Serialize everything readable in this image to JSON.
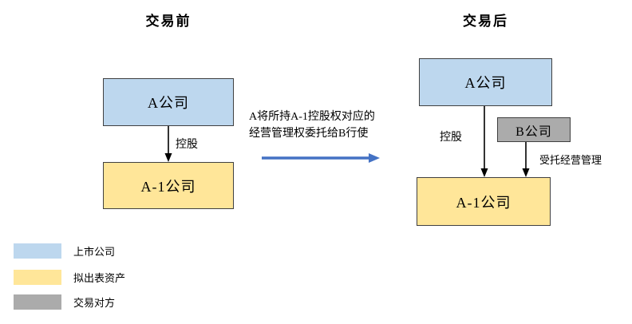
{
  "titles": {
    "before": "交易前",
    "after": "交易后"
  },
  "before": {
    "company_a": "A公司",
    "holding_label": "控股",
    "company_a1": "A-1公司"
  },
  "transition": {
    "line1": "A将所持A-1控股权对应的",
    "line2": "经营管理权委托给B行使"
  },
  "after": {
    "company_a": "A公司",
    "company_b": "B公司",
    "holding_label": "控股",
    "entrusted_label": "受托经营管理",
    "company_a1": "A-1公司"
  },
  "legend": {
    "items": [
      {
        "label": "上市公司",
        "color": "#BDD7EE"
      },
      {
        "label": "拟出表资产",
        "color": "#FFE699"
      },
      {
        "label": "交易对方",
        "color": "#ABABAB"
      }
    ]
  },
  "colors": {
    "listed_company": "#BDD7EE",
    "deconsolidated_asset": "#FFE699",
    "counterparty": "#ABABAB",
    "box_border": "#404040",
    "flow_arrow": "#000000",
    "transition_arrow": "#4472C4"
  }
}
